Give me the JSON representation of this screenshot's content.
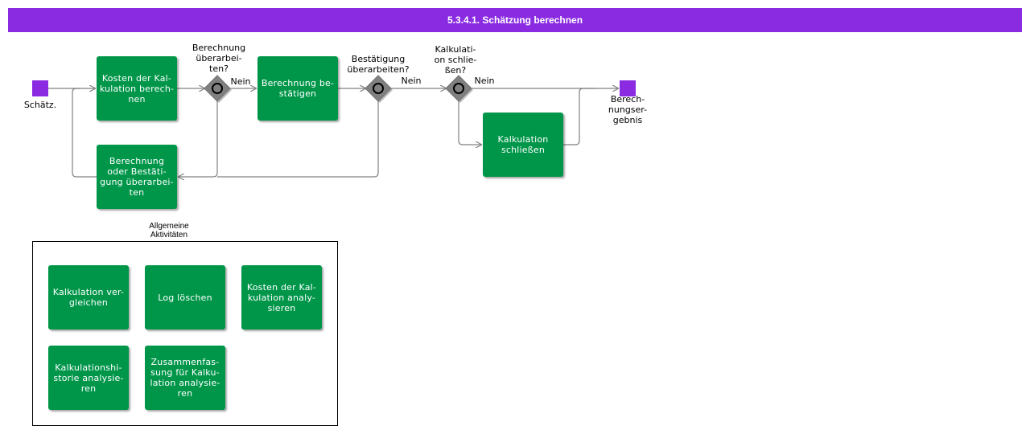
{
  "title": "5.3.4.1. Schätzung berechnen",
  "colors": {
    "header": "#8a2be2",
    "task": "#009649",
    "event": "#8a2be2",
    "gateway": "#808080",
    "connector": "#808080"
  },
  "start_event": {
    "label": "Schätz."
  },
  "end_event": {
    "label": "Berech-\nnungser-\ngebnis"
  },
  "tasks": {
    "kosten_berechnen": "Kosten der Kal-\nkulation berech-\nnen",
    "berechnung_bestaetigen": "Berechnung be-\nstätigen",
    "ueberarbeiten": "Berechnung\noder Bestäti-\ngung überarbei-\nten",
    "kalkulation_schliessen": "Kalkulation\nschließen"
  },
  "gateways": {
    "g1": "Berechnung\nüberarbei-\nten?",
    "g2": "Bestätigung\nüberarbeiten?",
    "g3": "Kalkulati-\non schlie-\nßen?"
  },
  "flow_labels": {
    "nein": "Nein"
  },
  "group": {
    "label": "Allgemeine\nAktivitäten",
    "tasks": [
      "Kalkulation ver-\ngleichen",
      "Log löschen",
      "Kosten der Kal-\nkulation analy-\nsieren",
      "Kalkulationshi-\nstorie analysie-\nren",
      "Zusammenfas-\nsung für Kalku-\nlation analysie-\nren"
    ]
  }
}
